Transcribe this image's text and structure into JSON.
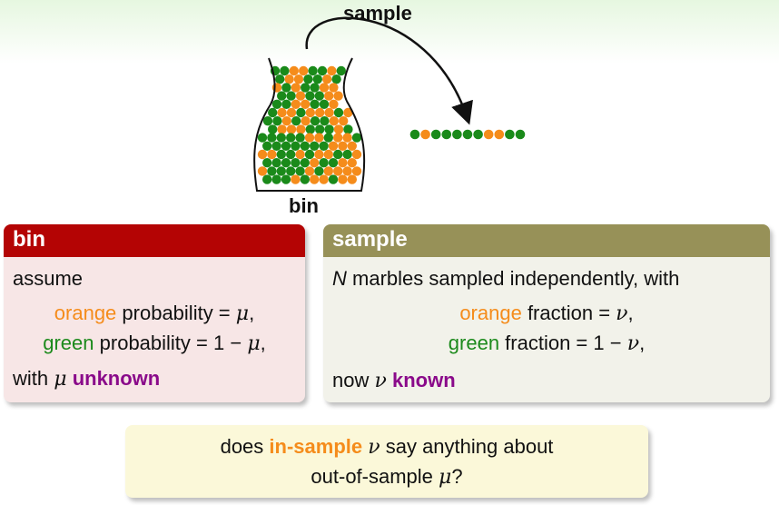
{
  "diagram": {
    "sample_label": "sample",
    "bin_label": "bin",
    "sample_sequence": [
      "green",
      "orange",
      "green",
      "green",
      "green",
      "green",
      "green",
      "orange",
      "orange",
      "green",
      "green"
    ],
    "colors": {
      "orange": "#f58c1b",
      "green": "#1a8a1a"
    }
  },
  "bin_block": {
    "title": "bin",
    "line1": "assume",
    "orange_word": "orange",
    "orange_rest": " probability = ",
    "mu": "μ",
    "green_word": "green",
    "green_rest": " probability = 1 − ",
    "with": "with ",
    "unknown": "unknown",
    "comma": ","
  },
  "sample_block": {
    "title": "sample",
    "N": "N",
    "line1_rest": " marbles sampled independently, with",
    "orange_word": "orange",
    "orange_rest": " fraction = ",
    "nu": "ν",
    "green_word": "green",
    "green_rest": " fraction = 1 − ",
    "now": "now ",
    "known": "known",
    "comma": ","
  },
  "question": {
    "does": "does ",
    "in_sample": "in-sample",
    "say": " say anything about",
    "line2": "out-of-sample ",
    "qmark": "?"
  }
}
